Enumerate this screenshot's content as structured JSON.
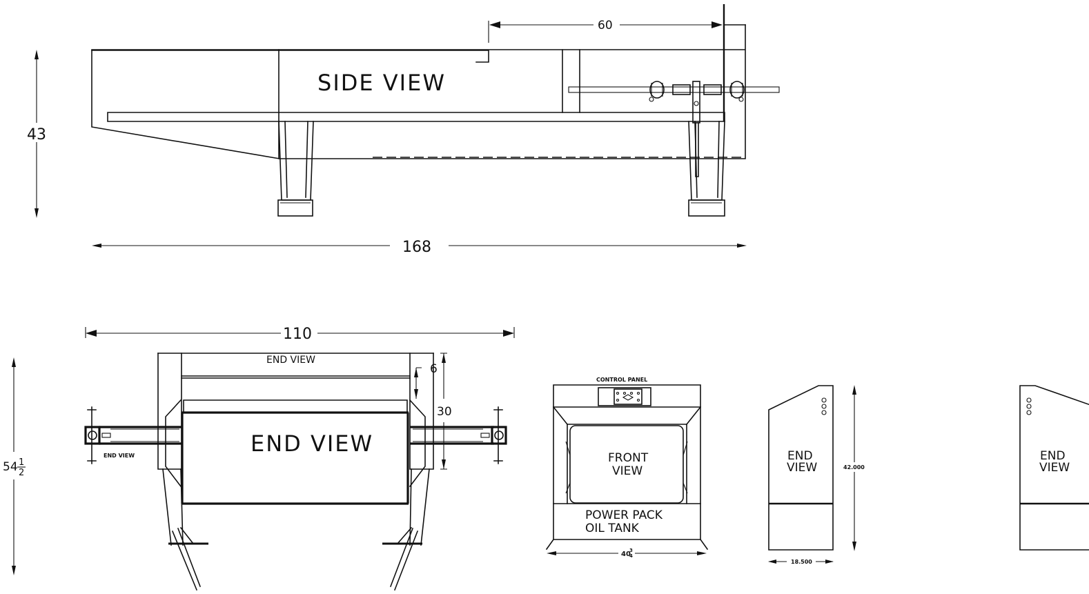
{
  "labels": {
    "side_view": "SIDE VIEW",
    "end_view_main": "END VIEW",
    "end_view_top": "END VIEW",
    "end_view_small": "END VIEW",
    "control_panel": "CONTROL PANEL",
    "front_view_line1": "FRONT",
    "front_view_line2": "VIEW",
    "power_pack": "POWER PACK",
    "oil_tank": "OIL TANK",
    "end_view_right1_line1": "END",
    "end_view_right1_line2": "VIEW",
    "end_view_right2_line1": "END",
    "end_view_right2_line2": "VIEW"
  },
  "dimensions": {
    "side_height": "43",
    "side_length": "168",
    "side_top": "60",
    "end_width": "110",
    "end_height_whole": "54",
    "end_height_num": "1",
    "end_height_den": "2",
    "end_inset": "6",
    "end_body": "30",
    "front_width_whole": "40",
    "front_width_num": "3",
    "front_width_den": "4",
    "panel_height": "42.000",
    "panel_width": "18.500"
  }
}
